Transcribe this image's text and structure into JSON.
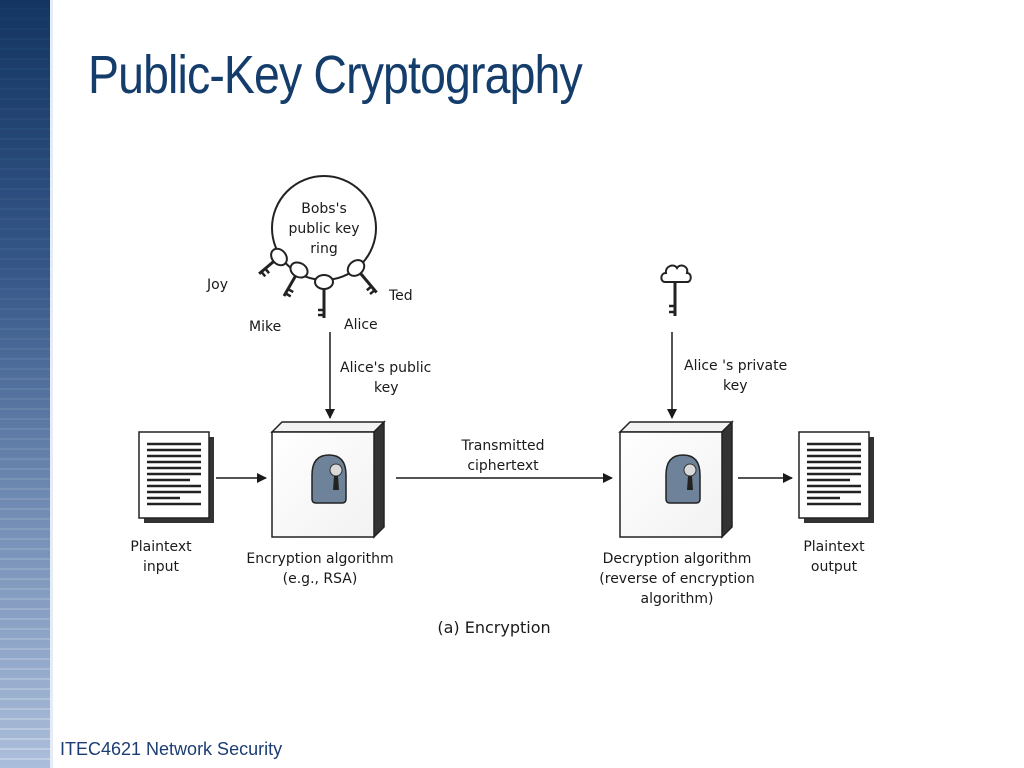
{
  "slide": {
    "title": "Public-Key Cryptography",
    "footer": "ITEC4621 Network Security"
  },
  "diagram": {
    "key_ring_label": [
      "Bobs's",
      "public key",
      "ring"
    ],
    "key_names": {
      "joy": "Joy",
      "mike": "Mike",
      "alice": "Alice",
      "ted": "Ted"
    },
    "alice_public_key_label": [
      "Alice's public",
      "key"
    ],
    "alice_private_key_label": [
      "Alice 's private",
      "key"
    ],
    "transmitted_label": [
      "Transmitted",
      "ciphertext"
    ],
    "plaintext_input_label": [
      "Plaintext",
      "input"
    ],
    "encryption_label": [
      "Encryption algorithm",
      "(e.g., RSA)"
    ],
    "decryption_label": [
      "Decryption algorithm",
      "(reverse of encryption",
      "algorithm)"
    ],
    "plaintext_output_label": [
      "Plaintext",
      "output"
    ],
    "caption": "(a) Encryption"
  }
}
